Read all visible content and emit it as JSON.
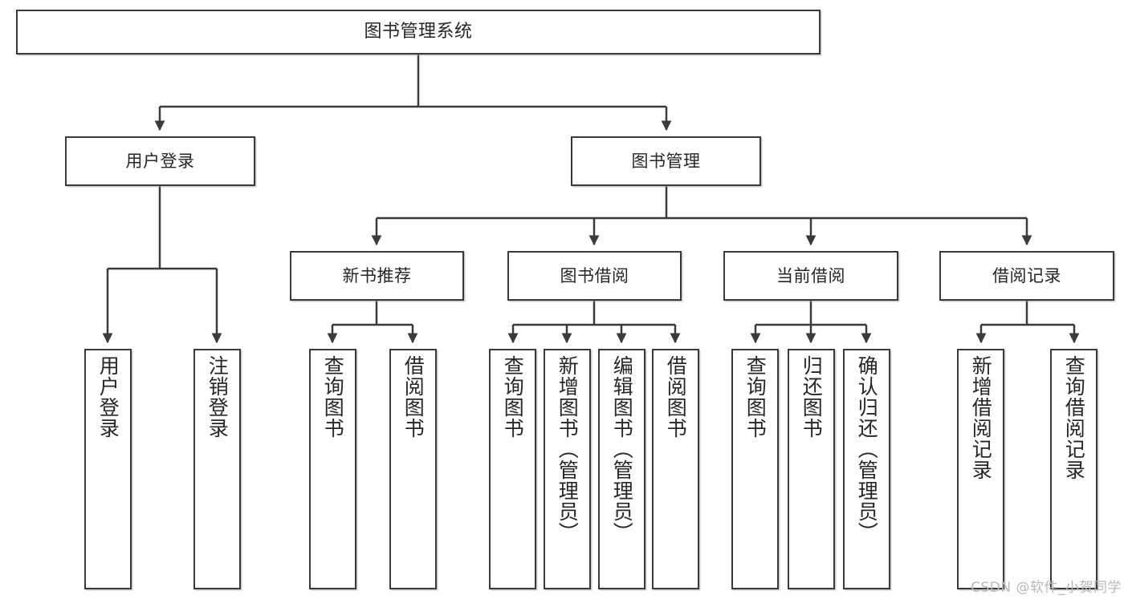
{
  "diagram": {
    "type": "tree-hierarchy-flowchart",
    "root": {
      "label": "图书管理系统"
    },
    "level2": [
      {
        "id": "user-login",
        "label": "用户登录"
      },
      {
        "id": "book-management",
        "label": "图书管理"
      }
    ],
    "level3": [
      {
        "id": "new-book-recommend",
        "label": "新书推荐"
      },
      {
        "id": "book-borrow",
        "label": "图书借阅"
      },
      {
        "id": "current-borrow",
        "label": "当前借阅"
      },
      {
        "id": "borrow-record",
        "label": "借阅记录"
      }
    ],
    "leaves": [
      {
        "id": "leaf-user-login",
        "parent": "user-login",
        "label": "用户登录"
      },
      {
        "id": "leaf-logout-login",
        "parent": "user-login",
        "label": "注销登录"
      },
      {
        "id": "leaf-query-book-1",
        "parent": "new-book-recommend",
        "label": "查询图书"
      },
      {
        "id": "leaf-borrow-book-1",
        "parent": "new-book-recommend",
        "label": "借阅图书"
      },
      {
        "id": "leaf-query-book-2",
        "parent": "book-borrow",
        "label": "查询图书"
      },
      {
        "id": "leaf-add-book",
        "parent": "book-borrow",
        "label": "新增图书（管理员）"
      },
      {
        "id": "leaf-edit-book",
        "parent": "book-borrow",
        "label": "编辑图书（管理员）"
      },
      {
        "id": "leaf-borrow-book-2",
        "parent": "book-borrow",
        "label": "借阅图书"
      },
      {
        "id": "leaf-query-book-3",
        "parent": "current-borrow",
        "label": "查询图书"
      },
      {
        "id": "leaf-return-book",
        "parent": "current-borrow",
        "label": "归还图书"
      },
      {
        "id": "leaf-confirm-return",
        "parent": "current-borrow",
        "label": "确认归还（管理员）"
      },
      {
        "id": "leaf-add-record",
        "parent": "borrow-record",
        "label": "新增借阅记录"
      },
      {
        "id": "leaf-query-record",
        "parent": "borrow-record",
        "label": "查询借阅记录"
      }
    ],
    "colors": {
      "stroke": "#3a3a3a",
      "fill": "#ffffff",
      "text": "#262626",
      "watermark": "#b9b9b9"
    }
  },
  "watermark": {
    "text": "CSDN @软件_小贺同学"
  }
}
